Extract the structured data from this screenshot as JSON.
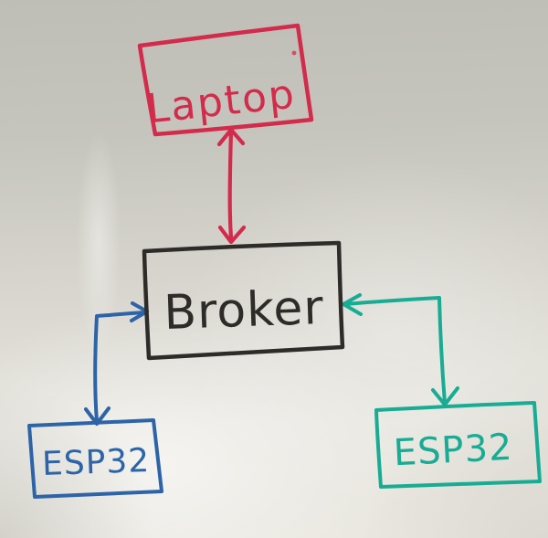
{
  "whiteboard": {
    "nodes": [
      {
        "id": "laptop",
        "label": "Laptop",
        "color": "#d22b4c"
      },
      {
        "id": "broker",
        "label": "Broker",
        "color": "#2d2c29"
      },
      {
        "id": "esp32-left",
        "label": "ESP32",
        "color": "#2d64a7"
      },
      {
        "id": "esp32-right",
        "label": "ESP32",
        "color": "#17ac93"
      }
    ],
    "edges": [
      {
        "id": "laptop-broker",
        "from": "Laptop",
        "to": "Broker",
        "arrows": "both-ends",
        "color": "#d22b4c"
      },
      {
        "id": "esp32-left-broker",
        "from": "ESP32 (left)",
        "to": "Broker",
        "arrows": "both-ends",
        "color": "#2d64a7"
      },
      {
        "id": "esp32-right-broker",
        "from": "ESP32 (right)",
        "to": "Broker",
        "arrows": "both-ends",
        "color": "#17ac93"
      }
    ]
  }
}
